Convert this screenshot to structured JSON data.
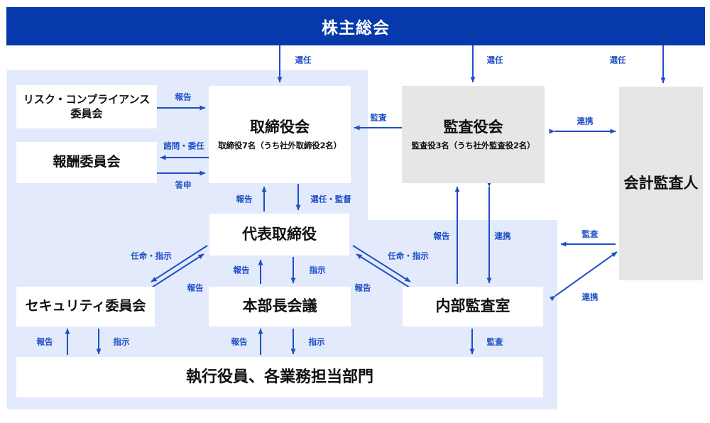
{
  "diagram": {
    "title_banner": {
      "label": "株主総会",
      "color": "#0639ab",
      "text_color": "#ffffff"
    },
    "colors": {
      "accent_blue": "#0639ab",
      "arrow_blue": "#1f4fc4",
      "panel_blue": "#e2eafc",
      "box_grey": "#e6e6e6",
      "box_white": "#ffffff"
    },
    "nodes": [
      {
        "id": "risk-compliance-committee",
        "title": "リスク・コンプライアンス",
        "title2": "委員会",
        "sub": "",
        "fill": "white"
      },
      {
        "id": "compensation-committee",
        "title": "報酬委員会",
        "sub": "",
        "fill": "white"
      },
      {
        "id": "board-of-directors",
        "title": "取締役会",
        "sub": "取締役7名（うち社外取締役2名）",
        "fill": "white"
      },
      {
        "id": "board-of-auditors",
        "title": "監査役会",
        "sub": "監査役3名（うち社外監査役2名）",
        "fill": "grey"
      },
      {
        "id": "accounting-auditor",
        "title": "会計監査人",
        "sub": "",
        "fill": "grey"
      },
      {
        "id": "representative-director",
        "title": "代表取締役",
        "sub": "",
        "fill": "white"
      },
      {
        "id": "security-committee",
        "title": "セキュリティ委員会",
        "sub": "",
        "fill": "white"
      },
      {
        "id": "general-managers-meeting",
        "title": "本部長会議",
        "sub": "",
        "fill": "white"
      },
      {
        "id": "internal-audit-office",
        "title": "内部監査室",
        "sub": "",
        "fill": "white"
      },
      {
        "id": "executive-officers-departments",
        "title": "執行役員、各業務担当部門",
        "sub": "",
        "fill": "white"
      }
    ],
    "edge_labels": {
      "appoint_directors": "選任",
      "appoint_auditors": "選任",
      "appoint_accounting_auditor": "選任",
      "risk_report": "報告",
      "consult_delegate": "諮問・委任",
      "reply_report": "答申",
      "audit_board": "監査",
      "cooperation_auditors_accounting": "連携",
      "report_to_board": "報告",
      "appoint_supervise": "選任・監督",
      "appoint_instruct_left": "任命・指示",
      "report_security_to_rep": "報告",
      "report_gm_to_rep": "報告",
      "instruct_gm": "指示",
      "appoint_instruct_right": "任命・指示",
      "report_audit_to_rep": "報告",
      "report_audit_to_auditors": "報告",
      "cooperation_audit_auditors": "連携",
      "audit_accounting_to_internal": "監査",
      "cooperation_internal_accounting": "連携",
      "report_exec_to_security": "報告",
      "instruct_security_to_exec": "指示",
      "report_exec_to_gm": "報告",
      "instruct_gm_to_exec": "指示",
      "audit_internal_to_exec": "監査"
    }
  }
}
